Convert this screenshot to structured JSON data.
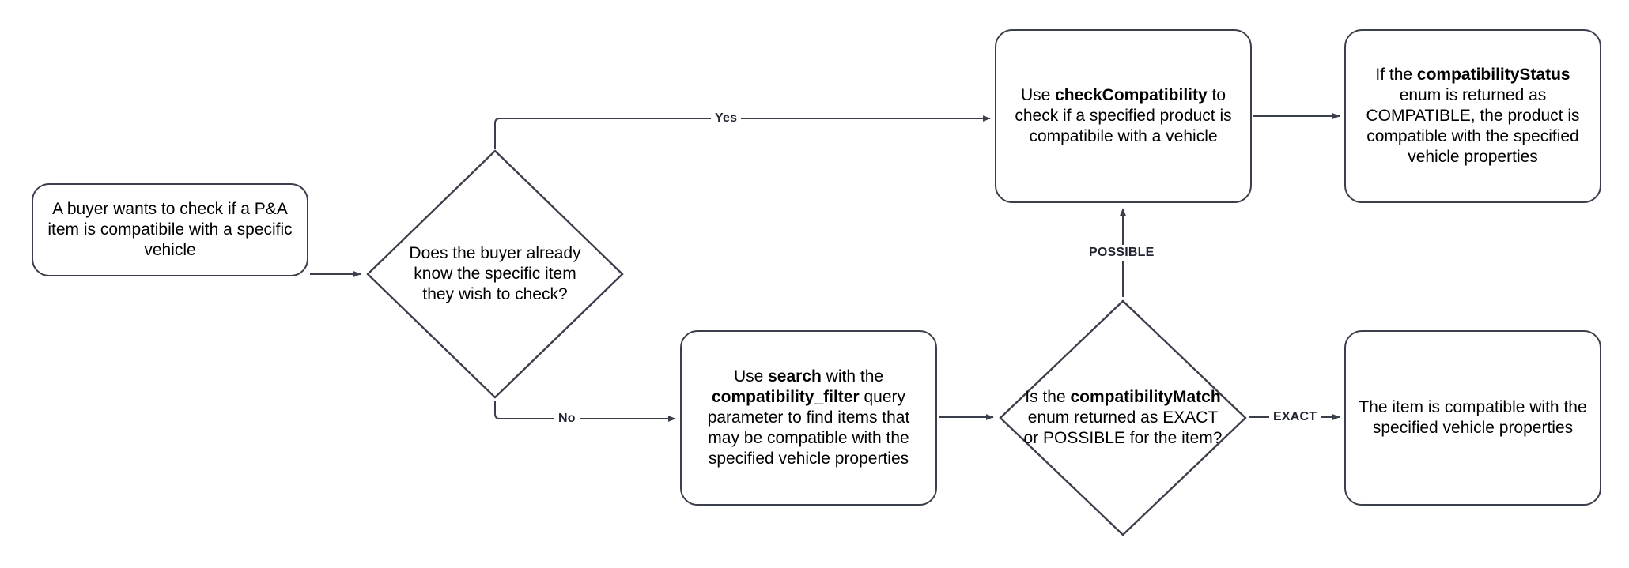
{
  "diagram": {
    "type": "flowchart",
    "title": "Parts & Accessories compatibility check flow",
    "stroke_color": "#3a3f4b",
    "text_color": "#000000",
    "background_color": "#ffffff"
  },
  "nodes": {
    "start": {
      "shape": "rounded-rectangle",
      "text": "A buyer wants to check if a P&A item is compatibile with a specific vehicle"
    },
    "decision_knows_item": {
      "shape": "diamond",
      "text": "Does the buyer already know the specific item they wish to check?"
    },
    "check_compatibility": {
      "shape": "rounded-rectangle",
      "text_prefix": "Use ",
      "text_bold": "checkCompatibility",
      "text_suffix": " to check if a specified product is compatibile with a vehicle"
    },
    "compatibility_status_result": {
      "shape": "rounded-rectangle",
      "text_prefix": "If the ",
      "text_bold": "compatibilityStatus",
      "text_suffix": " enum is returned as COMPATIBLE, the product is compatible with the specified vehicle properties"
    },
    "search_filter": {
      "shape": "rounded-rectangle",
      "text_prefix": "Use ",
      "text_bold": "search",
      "text_mid": " with the ",
      "text_bold2": "compatibility_filter",
      "text_suffix": " query parameter to find items that may be compatible with the specified vehicle properties"
    },
    "decision_match_enum": {
      "shape": "diamond",
      "text_prefix": "Is the ",
      "text_bold": "compatibilityMatch",
      "text_suffix": " enum returned as EXACT or POSSIBLE for the item?"
    },
    "item_compatible_result": {
      "shape": "rounded-rectangle",
      "text": "The item is compatible with the specified vehicle properties"
    }
  },
  "edge_labels": {
    "yes": "Yes",
    "no": "No",
    "possible": "POSSIBLE",
    "exact": "EXACT"
  }
}
